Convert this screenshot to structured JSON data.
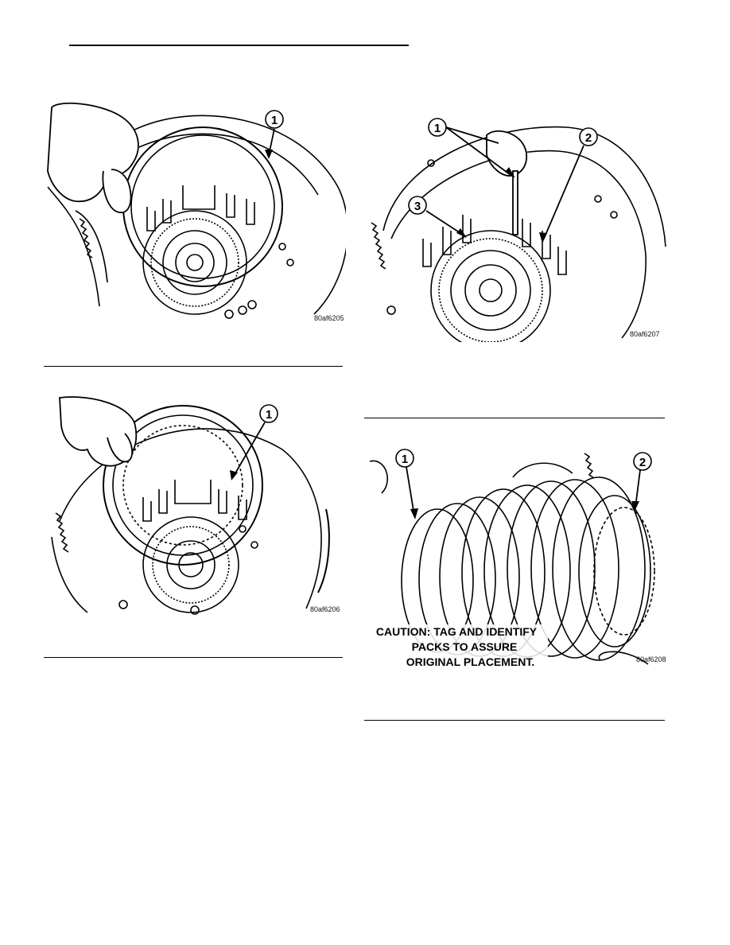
{
  "figures": [
    {
      "id": "80af6205",
      "callouts": [
        "1"
      ]
    },
    {
      "id": "80af6206",
      "callouts": [
        "1"
      ]
    },
    {
      "id": "80af6207",
      "callouts": [
        "1",
        "2",
        "3"
      ]
    },
    {
      "id": "80af6208",
      "callouts": [
        "1",
        "2"
      ],
      "caution_lines": [
        "CAUTION: TAG AND IDENTIFY",
        "PACKS TO ASSURE",
        "ORIGINAL PLACEMENT."
      ]
    }
  ]
}
